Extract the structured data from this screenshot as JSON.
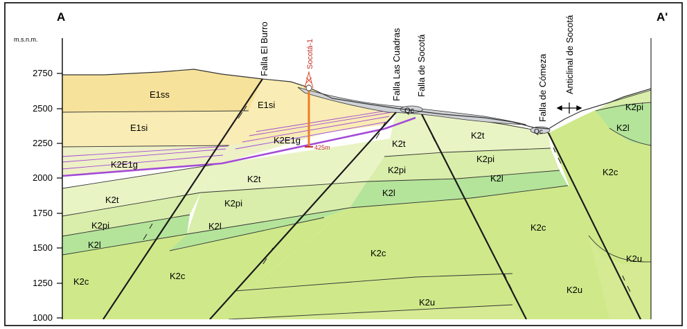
{
  "header": {
    "left": "A",
    "right": "A'"
  },
  "axis": {
    "unit": "m.s.n.m.",
    "ticks": [
      "2750",
      "2500",
      "2250",
      "2000",
      "1750",
      "1500",
      "1250",
      "1000"
    ]
  },
  "faults": {
    "el_burro": "Falla El Burro",
    "las_cuadras": "Falla Las Cuadras",
    "socota": "Falla de Socotá",
    "comeza": "Falla de Cómeza"
  },
  "anticline": "Anticlinal de Socotá",
  "well": {
    "name": "Socotá-1",
    "depth": "425m"
  },
  "units": {
    "e1ss": "E1ss",
    "e1si": "E1si",
    "k2e1g": "K2E1g",
    "k2t": "K2t",
    "k2pi": "K2pi",
    "k2l": "K2l",
    "k2c": "K2c",
    "k2u": "K2u",
    "qc": "Qc"
  },
  "colors": {
    "e1ss": "#f6e29b",
    "e1si": "#f9ecb4",
    "k2e1g": "#eef0c6",
    "k2t": "#e9f4c5",
    "k2pi": "#d9eeaa",
    "k2l": "#b4e49a",
    "k2c": "#cfe98a",
    "k2u": "#d5ea92",
    "qc": "#cfd2d6",
    "purple": "#a34ad6",
    "well": "#f07c22"
  }
}
